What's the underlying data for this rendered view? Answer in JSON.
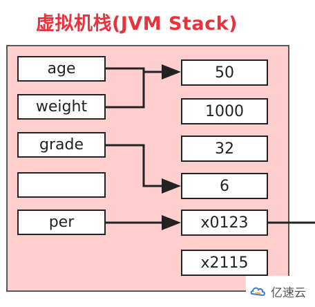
{
  "title": "虚拟机栈(JVM Stack)",
  "variables": [
    {
      "key": "age",
      "label": "age"
    },
    {
      "key": "weight",
      "label": "weight"
    },
    {
      "key": "grade",
      "label": "grade"
    },
    {
      "key": "empty",
      "label": ""
    },
    {
      "key": "per",
      "label": "per"
    }
  ],
  "values": [
    {
      "key": "v50",
      "label": "50"
    },
    {
      "key": "v1000",
      "label": "1000"
    },
    {
      "key": "v32",
      "label": "32"
    },
    {
      "key": "v6",
      "label": "6"
    },
    {
      "key": "vx0123",
      "label": "x0123"
    },
    {
      "key": "vx2115",
      "label": "x2115"
    }
  ],
  "watermark": {
    "text": "亿速云"
  },
  "colors": {
    "title": "#e8323c",
    "panel_fill": "#ffcfcf",
    "panel_border": "#565656",
    "box_border": "#222222",
    "arrow": "#222222"
  }
}
